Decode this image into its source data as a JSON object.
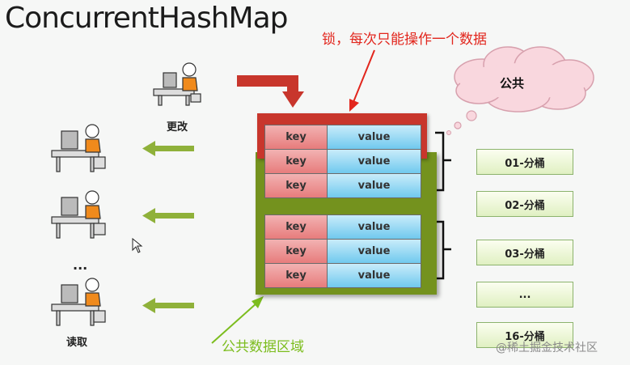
{
  "title": "ConcurrentHashMap",
  "lock_label": "锁，每次只能操作一个数据",
  "public_label": "公共",
  "public_area_label": "公共数据区域",
  "writer_label": "更改",
  "reader_label": "读取",
  "ellipsis_label": "...",
  "segments": [
    {
      "rows": [
        {
          "key": "key",
          "value": "value"
        },
        {
          "key": "key",
          "value": "value"
        },
        {
          "key": "key",
          "value": "value"
        }
      ]
    },
    {
      "rows": [
        {
          "key": "key",
          "value": "value"
        },
        {
          "key": "key",
          "value": "value"
        },
        {
          "key": "key",
          "value": "value"
        }
      ]
    }
  ],
  "buckets": [
    "01-分桶",
    "02-分桶",
    "03-分桶",
    "...",
    "16-分桶"
  ],
  "watermark": "@稀土掘金技术社区",
  "colors": {
    "lock_red": "#c8362c",
    "lock_text": "#e2261d",
    "segment_green": "#74921e",
    "arrow_green": "#8fb13a",
    "area_label_green": "#7cbd1e",
    "key_pink": "#e77c7c",
    "value_blue": "#70c9ee",
    "cloud_pink": "#f9d7de"
  },
  "icons": {
    "workstation": "person-at-computer-icon",
    "cloud": "thought-cloud-icon",
    "cursor": "mouse-pointer-icon"
  }
}
